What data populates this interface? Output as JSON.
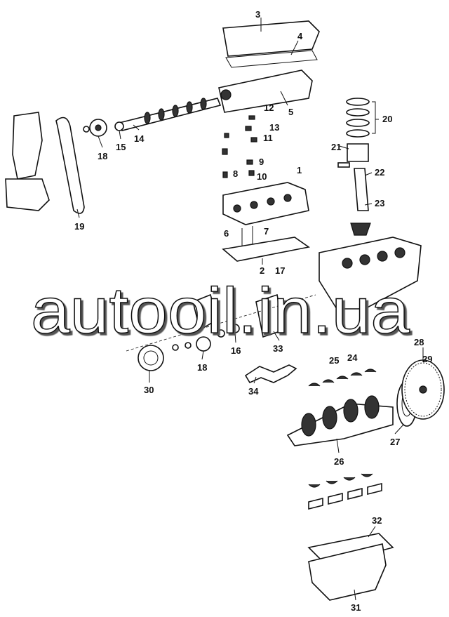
{
  "diagram": {
    "watermark": "autooil.in.ua",
    "callouts": {
      "c1": "1",
      "c2": "2",
      "c3": "3",
      "c4": "4",
      "c5": "5",
      "c6": "6",
      "c7": "7",
      "c8": "8",
      "c9": "9",
      "c10": "10",
      "c11": "11",
      "c12": "12",
      "c13": "13",
      "c14": "14",
      "c15": "15",
      "c16": "16",
      "c17": "17",
      "c18a": "18",
      "c18b": "18",
      "c19": "19",
      "c20": "20",
      "c21": "21",
      "c22": "22",
      "c23": "23",
      "c24": "24",
      "c25": "25",
      "c26": "26",
      "c27": "27",
      "c28": "28",
      "c29": "29",
      "c30": "30",
      "c31": "31",
      "c32": "32",
      "c33": "33",
      "c34": "34"
    }
  }
}
